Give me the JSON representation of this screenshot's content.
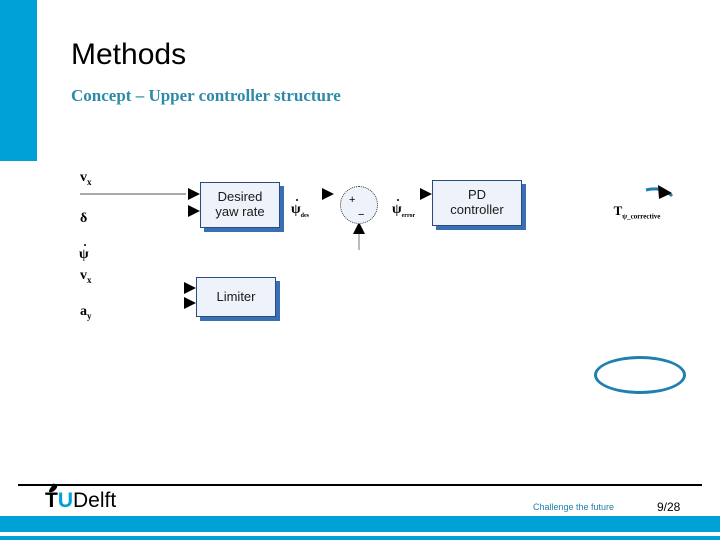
{
  "slide": {
    "title": "Methods",
    "subtitle": "Concept – Upper controller structure",
    "accent_color": "#00a1d6",
    "subtitle_color": "#2e8aa8"
  },
  "diagram": {
    "type": "block-diagram",
    "name": "Upper controller structure",
    "blocks": [
      {
        "id": "desired-yaw-rate",
        "label_line1": "Desired",
        "label_line2": "yaw rate",
        "inputs": 2,
        "outputs": 1
      },
      {
        "id": "limiter",
        "label_line1": "Limiter",
        "label_line2": "",
        "inputs": 2,
        "outputs": 1
      },
      {
        "id": "pd-controller",
        "label_line1": "PD",
        "label_line2": "controller",
        "inputs": 1,
        "outputs": 1
      }
    ],
    "sum_junction": {
      "plus": "+",
      "minus": "−"
    },
    "input_labels": [
      {
        "id": "vx-top",
        "var": "v",
        "sub": "x"
      },
      {
        "id": "delta",
        "var": "δ",
        "sub": ""
      },
      {
        "id": "psidot",
        "var": "ψ",
        "sub": ""
      },
      {
        "id": "vx-bottom",
        "var": "v",
        "sub": "x"
      },
      {
        "id": "ay",
        "var": "a",
        "sub": "y"
      }
    ],
    "signal_labels": [
      {
        "id": "psidot-des",
        "var": "ψ",
        "sub": "des"
      },
      {
        "id": "psidot-error",
        "var": "ψ",
        "sub": "error"
      }
    ],
    "output": {
      "var": "T",
      "sub": "ψ_corrective",
      "shape": "ellipse",
      "color": "#1f7fb0"
    }
  },
  "footer": {
    "logo_tu": "TU",
    "logo_t": "T",
    "logo_u": "U",
    "logo_delft": "Delft",
    "tagline": "Challenge the future",
    "page_number": "9/28",
    "band_color": "#00a1d6"
  }
}
